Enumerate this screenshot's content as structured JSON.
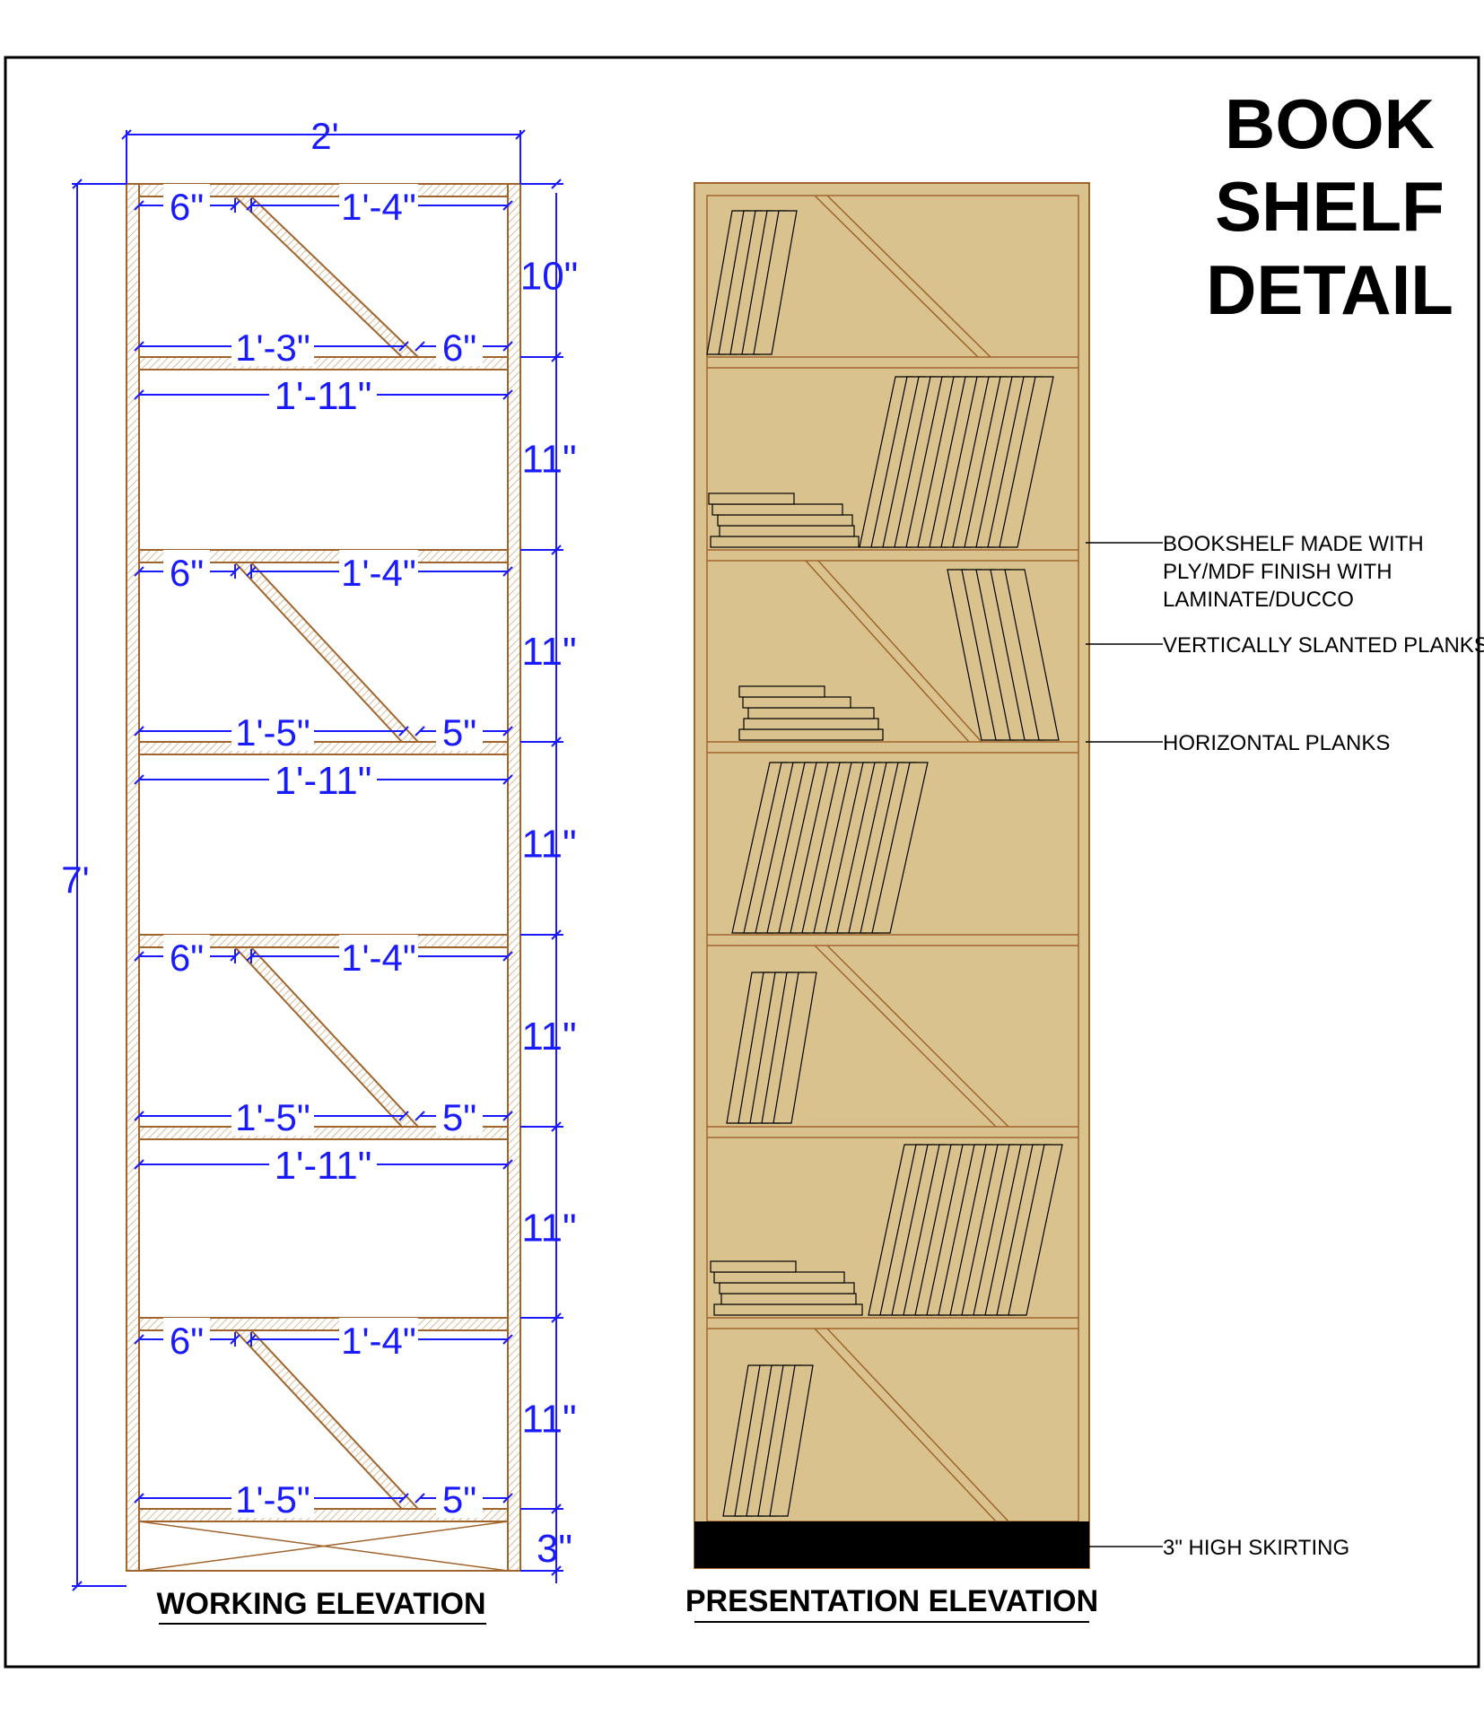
{
  "title_lines": [
    "BOOK",
    "SHELF",
    "DETAIL"
  ],
  "working": {
    "caption": "WORKING ELEVATION",
    "overall_height": "7'",
    "overall_width": "2'",
    "skirting_dim": "3\"",
    "rows": [
      {
        "height": "10\"",
        "type": "slanted",
        "top_left": "6\"",
        "top_right": "1'-4\"",
        "bottom_left": "1'-3\"",
        "bottom_right": "6\""
      },
      {
        "height": "11\"",
        "type": "plain",
        "width": "1'-11\""
      },
      {
        "height": "11\"",
        "type": "slanted",
        "top_left": "6\"",
        "top_right": "1'-4\"",
        "bottom_left": "1'-5\"",
        "bottom_right": "5\""
      },
      {
        "height": "11\"",
        "type": "plain",
        "width": "1'-11\""
      },
      {
        "height": "11\"",
        "type": "slanted",
        "top_left": "6\"",
        "top_right": "1'-4\"",
        "bottom_left": "1'-5\"",
        "bottom_right": "5\""
      },
      {
        "height": "11\"",
        "type": "plain",
        "width": "1'-11\""
      },
      {
        "height": "11\"",
        "type": "slanted",
        "top_left": "6\"",
        "top_right": "1'-4\"",
        "bottom_left": "1'-5\"",
        "bottom_right": "5\""
      }
    ]
  },
  "presentation": {
    "caption": "PRESENTATION ELEVATION",
    "notes": [
      {
        "lines": [
          "BOOKSHELF MADE WITH",
          "PLY/MDF FINISH WITH",
          "LAMINATE/DUCCO"
        ]
      },
      {
        "lines": [
          "VERTICALLY SLANTED PLANKS"
        ]
      },
      {
        "lines": [
          "HORIZONTAL PLANKS"
        ]
      },
      {
        "lines": [
          "3\" HIGH SKIRTING"
        ]
      }
    ]
  },
  "colors": {
    "dimension": "#1a1aff",
    "wood_fill": "#d9c28d",
    "wood_line": "#a0642c",
    "skirting": "#000000",
    "hatch": "#c8a070"
  }
}
